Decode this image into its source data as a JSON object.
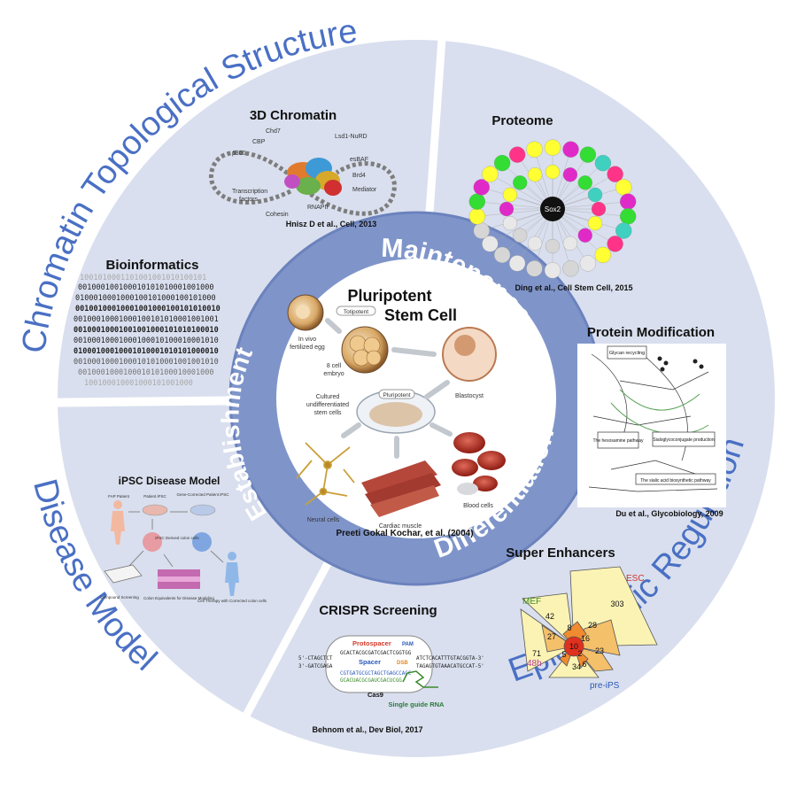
{
  "colors": {
    "outer_fill": "#d9dfee",
    "separator": "#ffffff",
    "inner_ring": "#7f95ca",
    "inner_ring_edge": "#6b82bd",
    "center_fill": "#ffffff",
    "arc_text": "#4a70c4",
    "ring_text": "#ffffff",
    "panel_title": "#111111",
    "citation": "#111111"
  },
  "outer_titles": {
    "chromatin": "Chromatin Topological Structure",
    "epigenomic": "Epigenomic Regulation",
    "disease": "Disease Model"
  },
  "ring_labels": {
    "maintenance": "Maintenance",
    "establishment": "Establishment",
    "differentiation": "Differentiation"
  },
  "center": {
    "title_line1": "Pluripotent",
    "title_line2": "Stem Cell",
    "totipotent": "Totipotent",
    "pluripotent": "Pluripotent",
    "in_vivo": "In vivo",
    "fertilized": "fertilized egg",
    "cell8_1": "8 cell",
    "cell8_2": "embryo",
    "blastocyst": "Blastocyst",
    "cultured1": "Cultured",
    "cultured2": "undifferentiated",
    "cultured3": "stem cells",
    "neural": "Neural cells",
    "cardiac": "Cardiac muscle",
    "blood": "Blood cells",
    "citation": "Preeti Gokal Kochar, et al. (2004)"
  },
  "panels": {
    "chromatin3d": {
      "title": "3D Chromatin",
      "labels": [
        "Chd7",
        "CBP",
        "p300",
        "Lsd1-NuRD",
        "esBAF",
        "Brd4",
        "Mediator",
        "RNAPII",
        "Cohesin"
      ],
      "tf1": "Transcription",
      "tf2": "factors",
      "citation": "Hnisz D et al., Cell, 2013"
    },
    "bioinformatics": {
      "title": "Bioinformatics",
      "lines": [
        "1001010001101001001010100101",
        " 001000100100010101010001001000",
        " 0100010001000100101000100101000",
        "00100100010001001000100101010010",
        "00100010001000100101010001001001",
        "00100010001001001000101010100010",
        "00100010001000100010100010001010",
        "01000100010001010001010101000010",
        "00100010001000101010001001001010",
        " 001000100010001010100010001000",
        "   100100010001000101001000"
      ]
    },
    "proteome": {
      "title": "Proteome",
      "hub": "Sox2",
      "citation": "Ding et al., Cell Stem Cell, 2015"
    },
    "protein_mod": {
      "title": "Protein Modification",
      "box1": "Glycan recycling",
      "box2": "The hexosamine pathway",
      "box3": "Sialoglycoconjugate production",
      "box4": "The sialic acid biosynthetic pathway",
      "citation": "Du et al., Glycobiology, 2009"
    },
    "super_enhancers": {
      "title": "Super Enhancers",
      "groups": [
        "ESC",
        "MEF",
        "48h",
        "pre-iPS"
      ],
      "numbers": [
        "303",
        "42",
        "28",
        "27",
        "8",
        "16",
        "10",
        "5",
        "2",
        "6",
        "23",
        "71",
        "34"
      ]
    },
    "crispr": {
      "title": "CRISPR Screening",
      "protospacer": "Protospacer",
      "pam": "PAM",
      "spacer": "Spacer",
      "dsb": "DSB",
      "cas9": "Cas9",
      "sgrna": "Single guide RNA",
      "seq_top_left": "5'-CTAGCTCT",
      "seq_top_mid": "GCACTACGCGATCGACTCGGTGG",
      "seq_top_right": "ATCTCACATTTGTACGGTA-3'",
      "seq_bot_left": "3'-GATCGAGA",
      "seq_bot_right": "TAGAGTGTAAACATGCCAT-5'",
      "seq_mid1": "CGTGATGCGCTAGCTGAGCCACC",
      "seq_mid2": "GCACUACGCGAUCGACUCGG",
      "citation": "Behnom et al., Dev Biol, 2017"
    },
    "ipsc": {
      "title": "iPSC Disease Model",
      "labels": [
        "FAP Patient",
        "Patient iPSC",
        "Gene-Corrected Patient iPSC",
        "iPSC Derived colon cells",
        "Compound Screening",
        "Colon Equivalents for Disease Modeling",
        "Cell Therapy with Corrected colon cells"
      ]
    }
  }
}
